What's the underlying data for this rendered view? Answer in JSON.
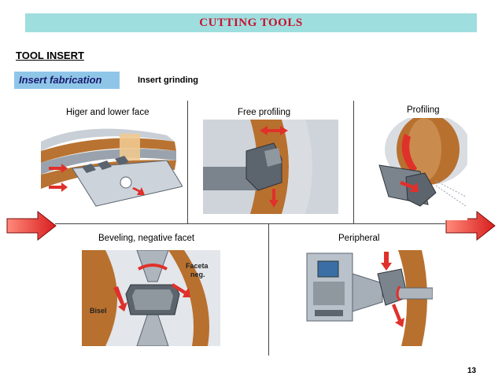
{
  "header": {
    "title": "CUTTING TOOLS"
  },
  "section": {
    "title": "TOOL INSERT"
  },
  "tab": {
    "label": "Insert fabrication",
    "sublabel": "Insert grinding"
  },
  "panels": {
    "face": {
      "caption": "Higer and lower face"
    },
    "free": {
      "caption": "Free profiling"
    },
    "profiling": {
      "caption": "Profiling"
    },
    "beveling": {
      "caption": "Beveling, negative facet",
      "label_facet": "Faceta",
      "label_facet2": "neg.",
      "label_bisel": "Bisel"
    },
    "peripheral": {
      "caption": "Peripheral"
    }
  },
  "footer": {
    "page": "13"
  },
  "colors": {
    "accent": "#c8102e",
    "banner": "#9fdede",
    "tab": "#8fc6e8",
    "wheel": "#b8702e",
    "arrow": "#e0302a"
  }
}
